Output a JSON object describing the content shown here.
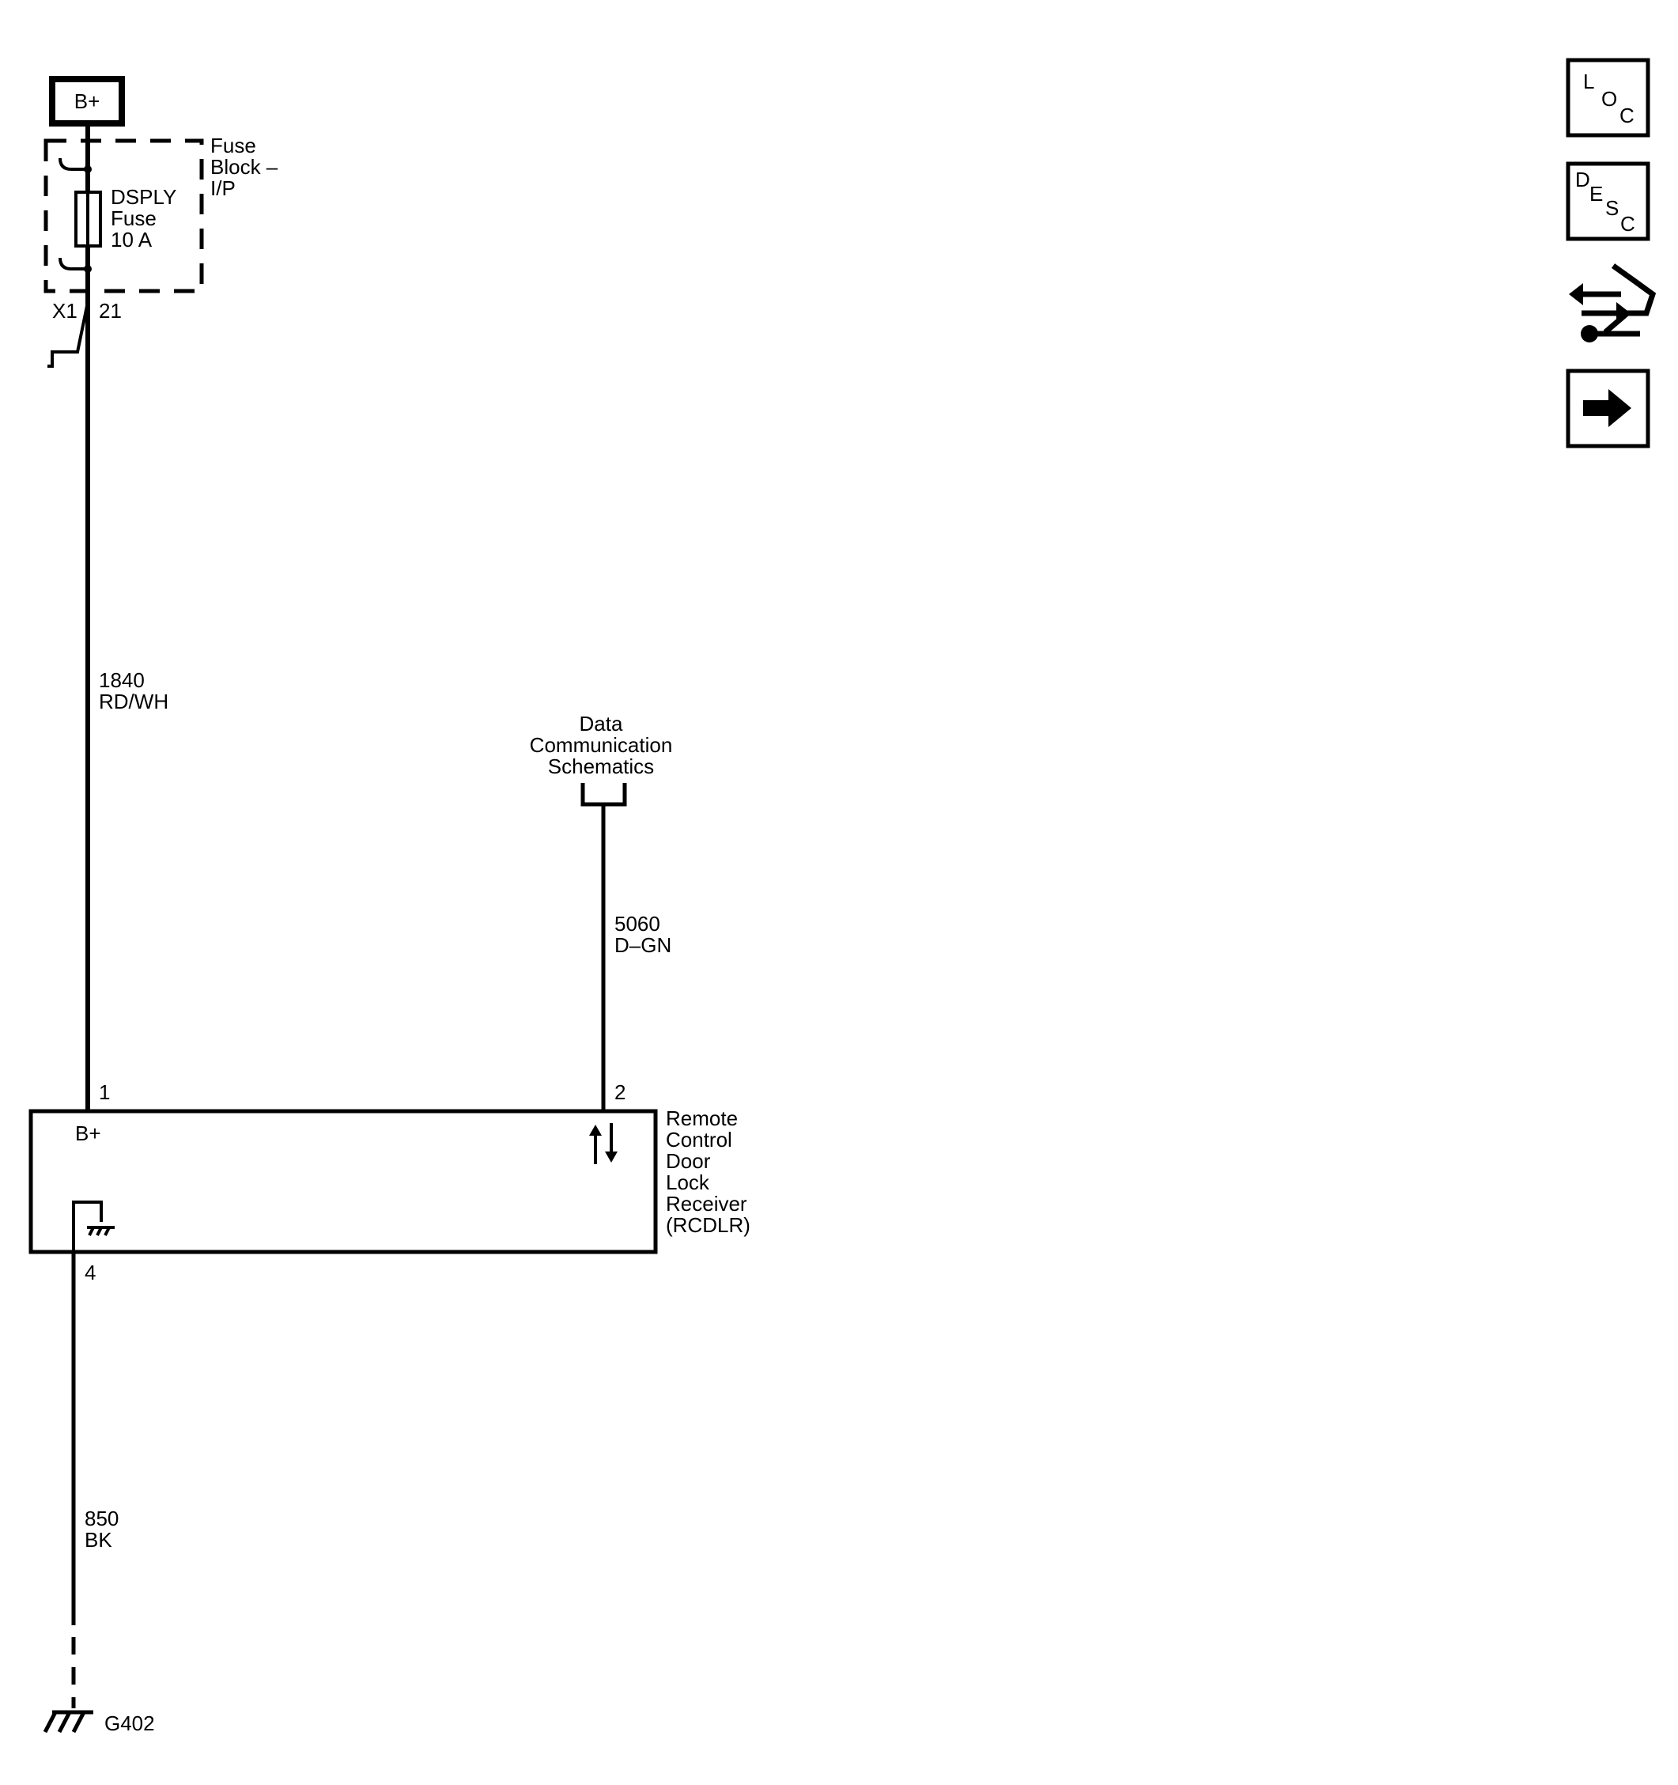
{
  "power_source": {
    "label": "B+"
  },
  "fuse_block": {
    "name_line1": "Fuse",
    "name_line2": "Block –",
    "name_line3": "I/P"
  },
  "fuse": {
    "name_line1": "DSPLY",
    "name_line2": "Fuse",
    "name_line3": "10 A"
  },
  "connector_top": {
    "id": "X1",
    "pin": "21"
  },
  "wire_power": {
    "circuit": "1840",
    "color": "RD/WH"
  },
  "data_comm": {
    "line1": "Data",
    "line2": "Communication",
    "line3": "Schematics"
  },
  "wire_data": {
    "circuit": "5060",
    "color": "D–GN"
  },
  "module": {
    "pin_power": "1",
    "pin_data": "2",
    "pin_ground": "4",
    "power_label": "B+",
    "name_line1": "Remote",
    "name_line2": "Control",
    "name_line3": "Door",
    "name_line4": "Lock",
    "name_line5": "Receiver",
    "name_line6": "(RCDLR)"
  },
  "wire_ground": {
    "circuit": "850",
    "color": "BK"
  },
  "ground": {
    "id": "G402"
  },
  "side_icons": {
    "loc": {
      "letters": [
        "L",
        "O",
        "C"
      ],
      "icon": "location-icon"
    },
    "desc": {
      "letters": [
        "D",
        "E",
        "S",
        "C"
      ],
      "icon": "description-icon"
    },
    "connector_icon": "connector-end-view-icon",
    "next_icon": "next-arrow-icon"
  }
}
